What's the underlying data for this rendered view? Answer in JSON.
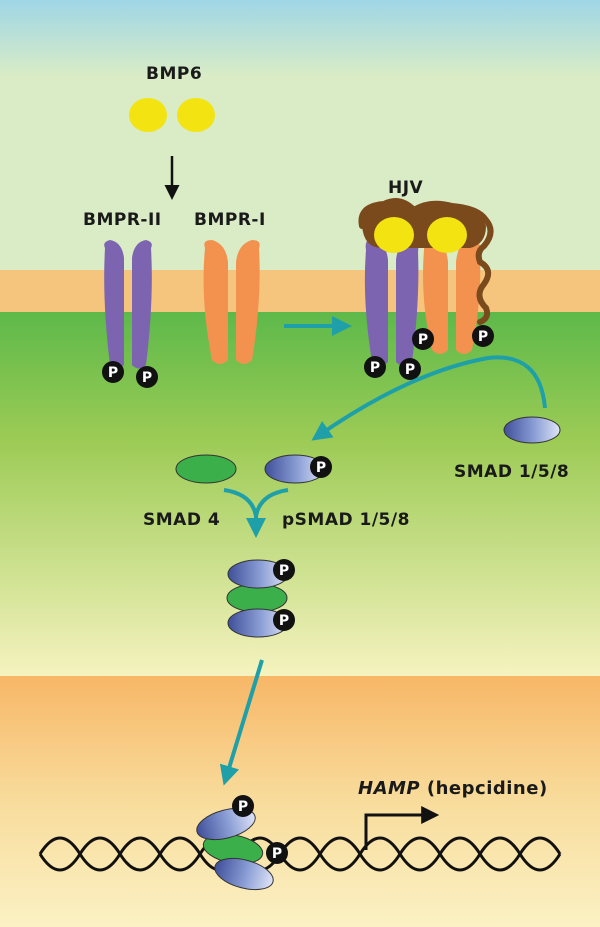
{
  "labels": {
    "bmp6": "BMP6",
    "bmpr2": "BMPR-II",
    "bmpr1": "BMPR-I",
    "hjv": "HJV",
    "smad158": "SMAD 1/5/8",
    "smad4": "SMAD 4",
    "psmad158": "pSMAD 1/5/8",
    "hamp_gene": "HAMP",
    "hamp_product": "(hepcidine)"
  },
  "phospho_label": "P",
  "colors": {
    "sky_top": "#9fd6e6",
    "extracellular": "#d9ecc6",
    "membrane": "#f6c57d",
    "cytoplasm_top": "#5db94a",
    "cytoplasm_bottom": "#f6f3c0",
    "nucleus": "#f7b767",
    "bmp6": "#f2e311",
    "bmpr2": "#7c64b0",
    "bmpr1": "#f3924f",
    "hjv": "#7b4a1c",
    "smad158": "#8c9fd6",
    "smad4": "#3bb04a",
    "arrow": "#1f9fa8",
    "phospho": "#111111",
    "dna": "#111111"
  }
}
